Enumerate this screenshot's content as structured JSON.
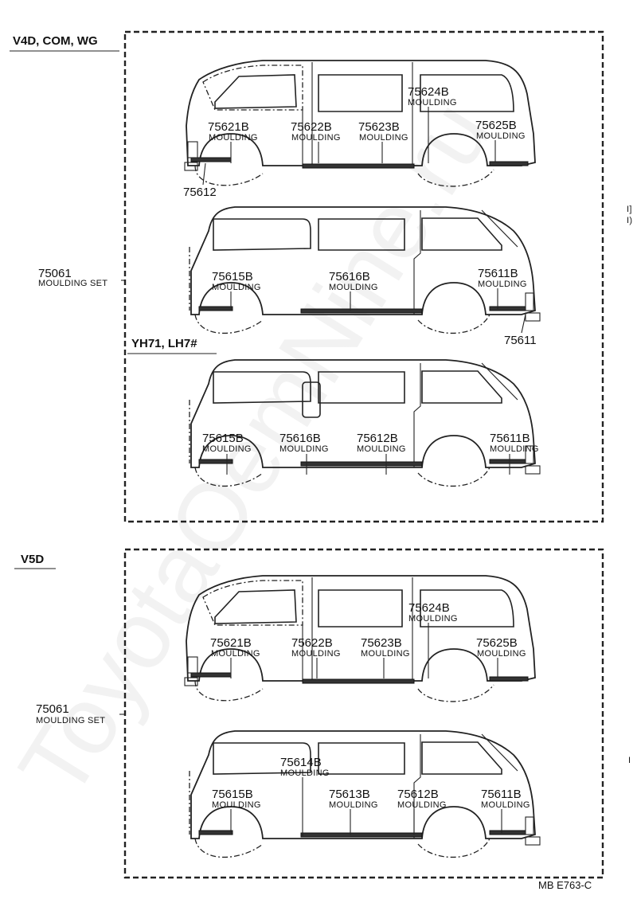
{
  "watermark": "ToyotaOemNine.ru",
  "footer": {
    "code": "MB  E763-C"
  },
  "sections": {
    "top": {
      "title": "V4D, COM, WG",
      "subtitle": "YH71, LH7#"
    },
    "bottom": {
      "title": "V5D"
    }
  },
  "moulding_set": {
    "number": "75061",
    "label": "MOULDING SET"
  },
  "word": "MOULDING",
  "van1": {
    "parts": [
      {
        "num": "75621B"
      },
      {
        "num": "75622B"
      },
      {
        "num": "75623B"
      },
      {
        "num": "75624B"
      },
      {
        "num": "75625B"
      }
    ],
    "extra": "75612"
  },
  "van2": {
    "parts": [
      {
        "num": "75615B"
      },
      {
        "num": "75616B"
      },
      {
        "num": "75611B"
      }
    ],
    "extra": "75611"
  },
  "van3": {
    "parts": [
      {
        "num": "75615B"
      },
      {
        "num": "75616B"
      },
      {
        "num": "75612B"
      },
      {
        "num": "75611B"
      }
    ]
  },
  "van4": {
    "parts": [
      {
        "num": "75621B"
      },
      {
        "num": "75622B"
      },
      {
        "num": "75623B"
      },
      {
        "num": "75624B"
      },
      {
        "num": "75625B"
      }
    ]
  },
  "van5": {
    "parts": [
      {
        "num": "75614B"
      },
      {
        "num": "75615B"
      },
      {
        "num": "75613B"
      },
      {
        "num": "75612B"
      },
      {
        "num": "75611B"
      }
    ]
  },
  "right_marks": [
    "I]",
    "I)",
    "I"
  ]
}
